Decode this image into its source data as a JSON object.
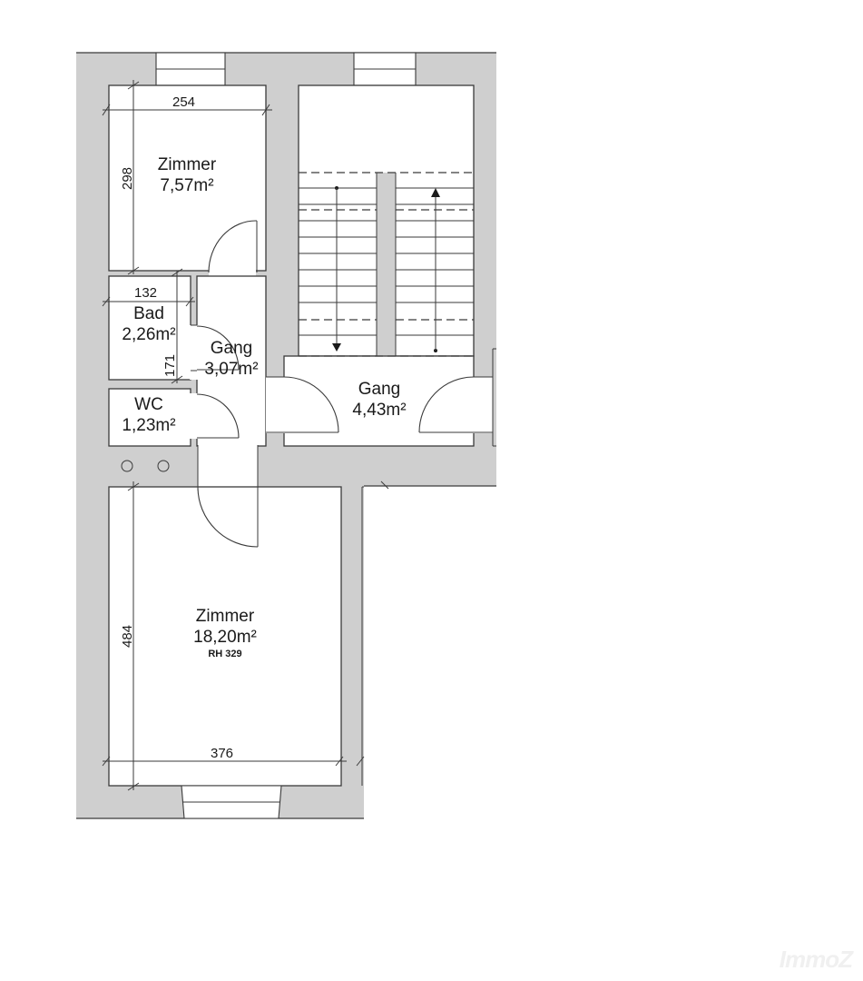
{
  "plan": {
    "colors": {
      "wall": "#cfcfcf",
      "line": "#3a3a3a",
      "background": "#ffffff"
    },
    "rooms": [
      {
        "id": "zimmer-small",
        "name": "Zimmer",
        "area": "7,57m²"
      },
      {
        "id": "bad",
        "name": "Bad",
        "area": "2,26m²"
      },
      {
        "id": "gang-small",
        "name": "Gang",
        "area": "3,07m²"
      },
      {
        "id": "wc",
        "name": "WC",
        "area": "1,23m²"
      },
      {
        "id": "gang-stair",
        "name": "Gang",
        "area": "4,43m²"
      },
      {
        "id": "zimmer-large",
        "name": "Zimmer",
        "area": "18,20m²",
        "note": "RH 329"
      }
    ],
    "dimensions": {
      "zimmer_small_width": "254",
      "zimmer_small_depth": "298",
      "bad_width": "132",
      "bad_depth": "171",
      "zimmer_large_width": "376",
      "zimmer_large_depth": "484"
    },
    "stair": {
      "down_arrow": "down",
      "up_arrow": "up"
    },
    "watermark": "ImmoZ"
  }
}
